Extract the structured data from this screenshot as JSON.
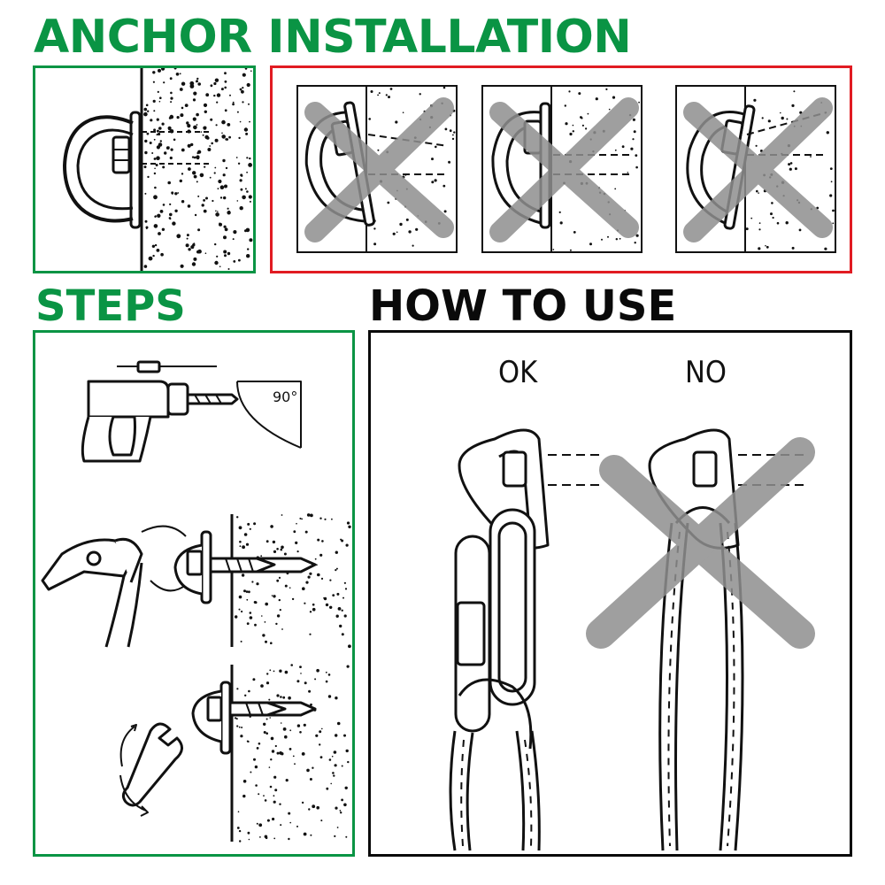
{
  "headings": {
    "installation": "ANCHOR INSTALLATION",
    "steps": "STEPS",
    "how_to_use": "HOW TO USE"
  },
  "labels": {
    "angle": "90°",
    "ok": "OK",
    "no": "NO"
  },
  "colors": {
    "green": "#0a9444",
    "red": "#e11b22",
    "black": "#0a0a0a",
    "cross_gray": "#8f8f8f"
  },
  "icons": {
    "correct_install": "anchor-perpendicular-icon",
    "wrong_install": [
      "anchor-tilted-down-icon",
      "anchor-gap-icon",
      "anchor-tilted-up-icon"
    ],
    "steps": [
      "drill-icon",
      "hammer-icon",
      "wrench-icon"
    ],
    "usage": [
      "carabiner-chain-icon",
      "rope-through-anchor-icon"
    ]
  }
}
